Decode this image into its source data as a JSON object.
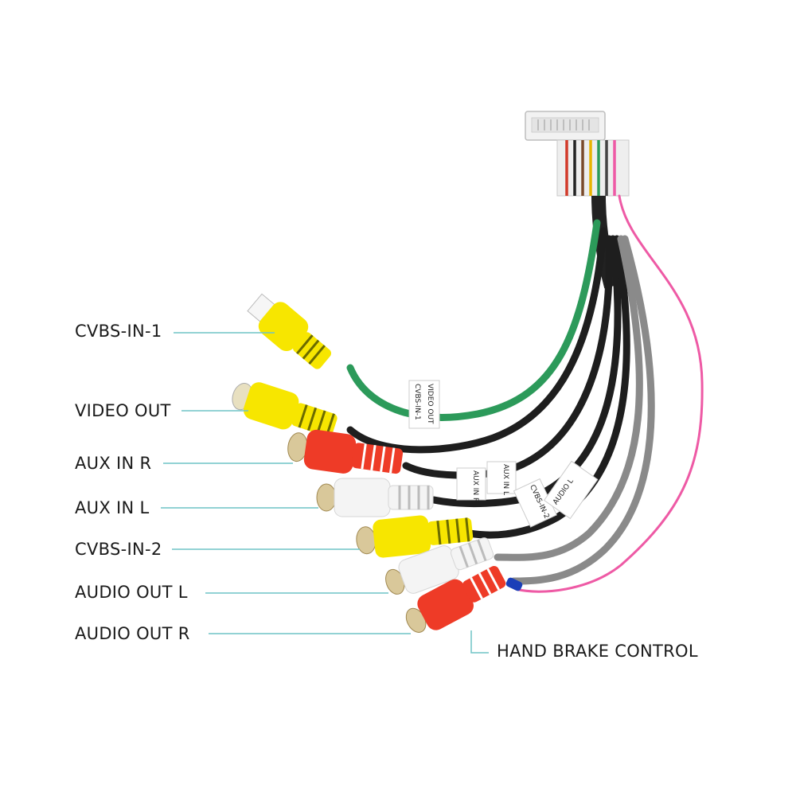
{
  "labels": {
    "cvbs_in_1": "CVBS-IN-1",
    "video_out": "VIDEO OUT",
    "aux_in_r": "AUX IN R",
    "aux_in_l": "AUX IN L",
    "cvbs_in_2": "CVBS-IN-2",
    "audio_out_l": "AUDIO OUT L",
    "audio_out_r": "AUDIO OUT R",
    "hand_brake_control": "HAND BRAKE CONTROL"
  },
  "cable_tags": {
    "tag_1": "VIDEO OUT",
    "tag_2": "CVBS-IN-1",
    "tag_3": "AUX IN R",
    "tag_4": "AUX IN L",
    "tag_5": "CVBS-IN-2",
    "tag_6": "AUDIO L"
  },
  "colors": {
    "leader_line": "#6fc3c6",
    "yellow_plug": "#f7e600",
    "red_plug": "#ee3b27",
    "white_plug": "#f4f4f4",
    "green_wire": "#2c9a5a",
    "black_wire": "#1e1e1e",
    "gray_wire": "#8a8a8a",
    "pink_wire": "#ee5aa5"
  }
}
